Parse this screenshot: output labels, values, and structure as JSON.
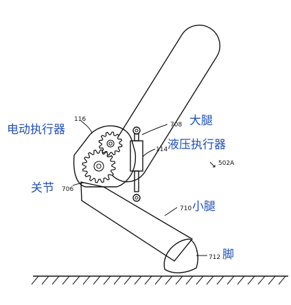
{
  "diagram": {
    "labels": {
      "electric_actuator": "电动执行器",
      "thigh": "大腿",
      "hydraulic_actuator": "液压执行器",
      "joint": "关节",
      "shank": "小腿",
      "foot": "脚"
    },
    "refs": {
      "electric_actuator": "116",
      "thigh": "708",
      "hydraulic_actuator": "114",
      "assembly": "502A",
      "joint": "706",
      "shank": "710",
      "foot": "712"
    },
    "colors": {
      "label_text": "#1f4fb5",
      "line": "#111111",
      "actuator_fill": "#888888"
    }
  }
}
